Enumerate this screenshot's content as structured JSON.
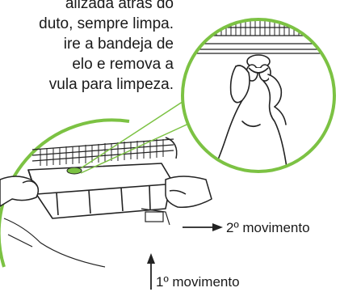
{
  "instruction": {
    "lines": [
      "alizada atrás do",
      "duto, sempre limpa.",
      "ire a bandeja de",
      "elo e remova a",
      "vula para limpeza."
    ]
  },
  "labels": {
    "movement_2": "2º movimento",
    "movement_1": "1º movimento"
  },
  "colors": {
    "accent_green": "#7cc243",
    "line": "#222222"
  },
  "icons": [
    "circle-zoom-detail",
    "hand-icon",
    "valve-icon",
    "arrow-right-icon",
    "arrow-up-icon"
  ]
}
